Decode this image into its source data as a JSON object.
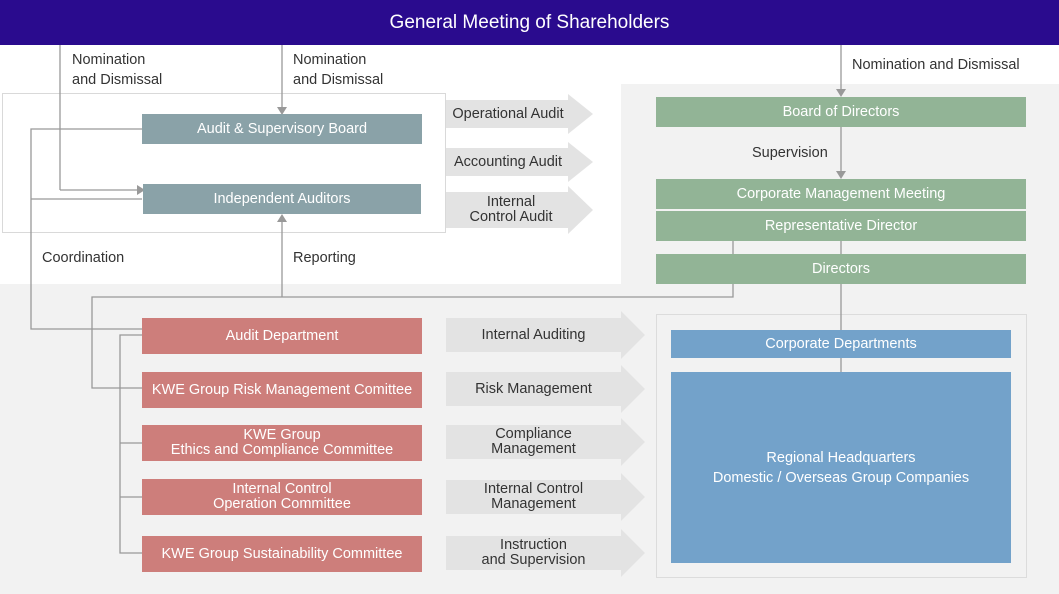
{
  "header": {
    "title": "General Meeting of Shareholders",
    "color": "#2a0b8e"
  },
  "labels": {
    "nomination_left_1": "Nomination\nand Dismissal",
    "nomination_left_2": "Nomination\nand Dismissal",
    "nomination_right": "Nomination and Dismissal",
    "supervision": "Supervision",
    "coordination": "Coordination",
    "reporting": "Reporting"
  },
  "audit_boxes": {
    "supervisory_board": "Audit & Supervisory Board",
    "independent_auditors": "Independent Auditors"
  },
  "audit_arrows": [
    "Operational Audit",
    "Accounting Audit",
    "Internal\nControl Audit"
  ],
  "management_boxes": {
    "board_of_directors": "Board of Directors",
    "corporate_management_meeting": "Corporate Management Meeting",
    "representative_director": "Representative Director",
    "directors": "Directors"
  },
  "committees": [
    {
      "name": "Audit Department",
      "arrow": "Internal Auditing"
    },
    {
      "name": "KWE Group Risk Management Comittee",
      "arrow": "Risk Management"
    },
    {
      "name": "KWE Group\nEthics and Compliance Committee",
      "arrow": "Compliance\nManagement"
    },
    {
      "name": "Internal Control\nOperation Committee",
      "arrow": "Internal Control\nManagement"
    },
    {
      "name": "KWE Group Sustainability Committee",
      "arrow": "Instruction\nand Supervision"
    }
  ],
  "departments": {
    "corporate": "Corporate Departments",
    "regional": "Regional Headquarters\nDomestic / Overseas Group Companies"
  },
  "colors": {
    "audit_box": "#8aa2a8",
    "management_box": "#92b496",
    "committee_box": "#cd7e7b",
    "department_box": "#73a2ca",
    "arrow_fill": "#e3e3e3",
    "line": "#999999"
  }
}
